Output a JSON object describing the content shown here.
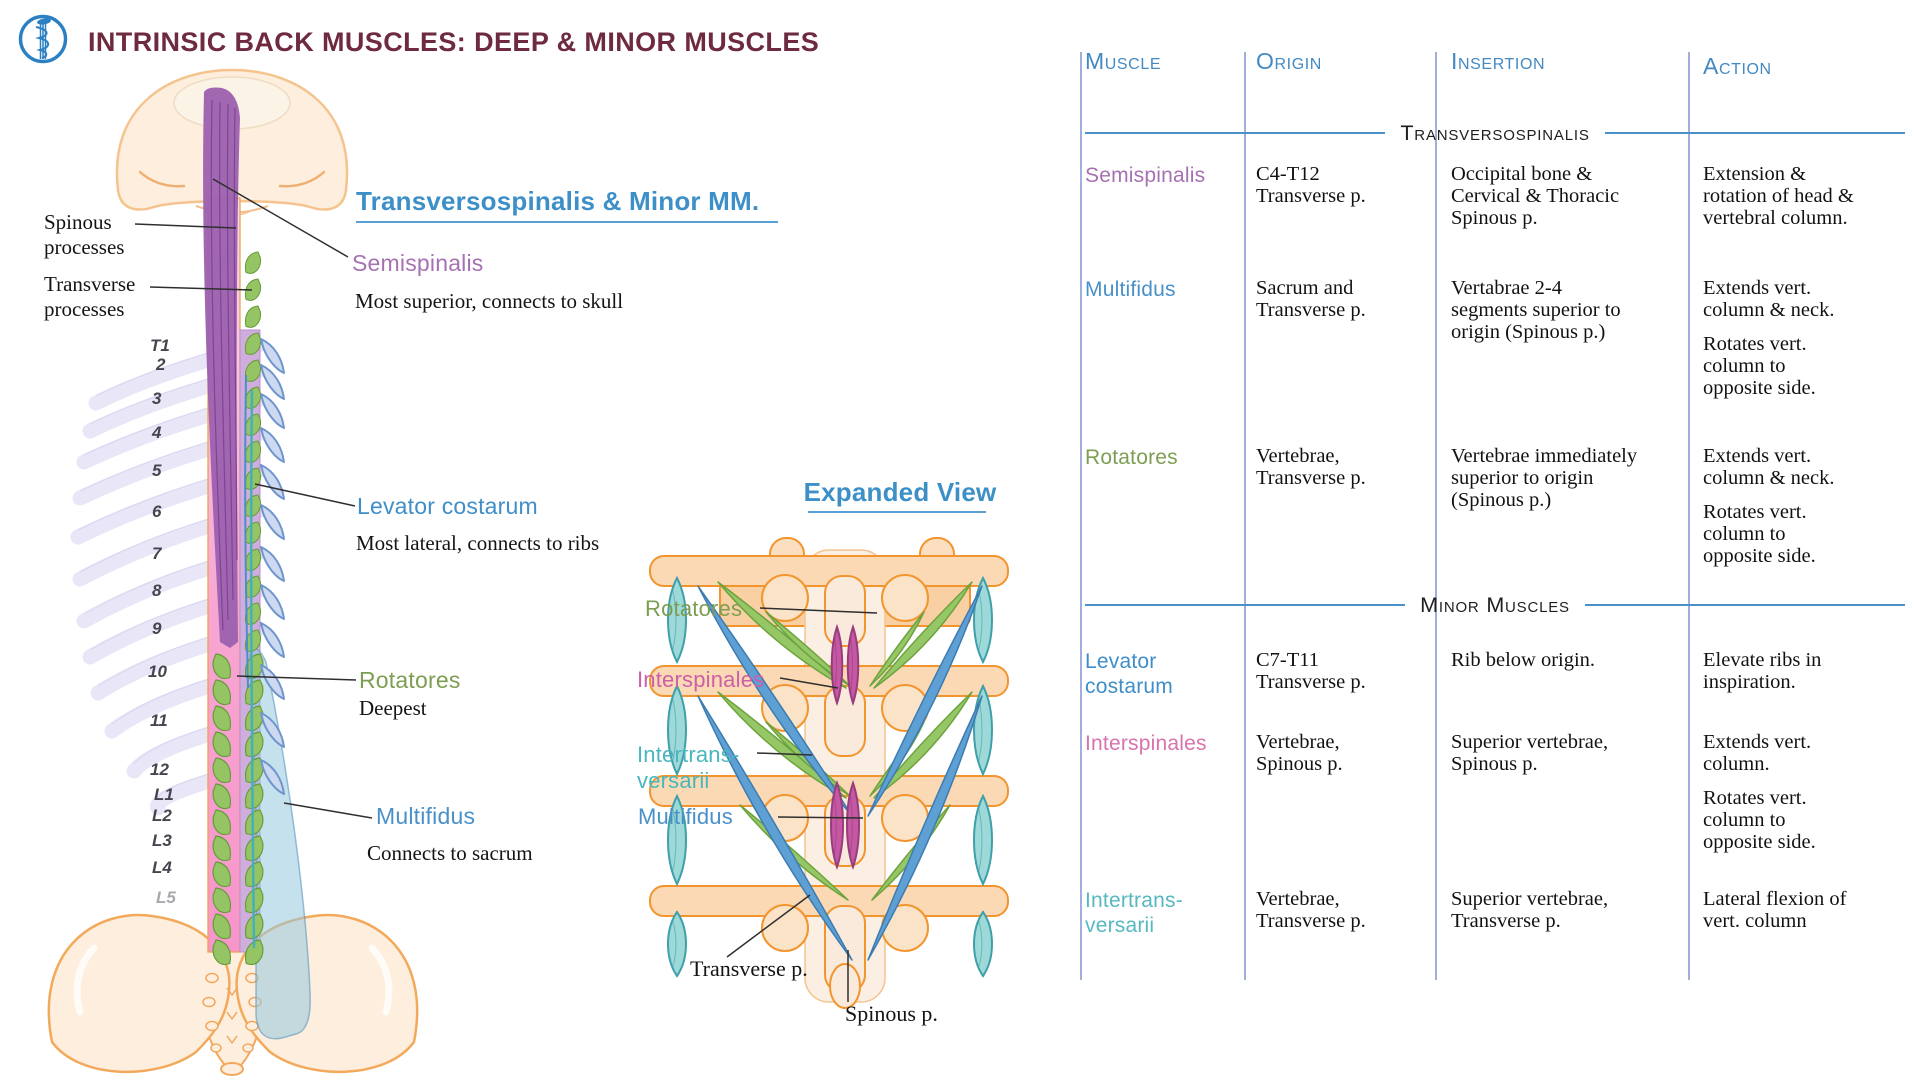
{
  "header": {
    "logo_icon": "asclepius-staff-icon",
    "title": "INTRINSIC BACK MUSCLES: DEEP & MINOR MUSCLES"
  },
  "colors": {
    "title_maroon": "#6e2a3e",
    "accent_blue": "#3d8fc8",
    "purple": "#a671b2",
    "green": "#7d9e52",
    "pink": "#d873ae",
    "teal": "#49b7bd",
    "table_divider": "#93a2d8",
    "section_line_blue": "#4a90c8"
  },
  "anatomy_panel": {
    "heading": "Transversospinalis & Minor MM.",
    "spinous_label": "Spinous\nprocesses",
    "transverse_label": "Transverse\nprocesses",
    "vertebrae": [
      "T1",
      "2",
      "3",
      "4",
      "5",
      "6",
      "7",
      "8",
      "9",
      "10",
      "11",
      "12",
      "L1",
      "L2",
      "L3",
      "L4",
      "L5"
    ],
    "annotations": [
      {
        "name": "Semispinalis",
        "note": "Most superior, connects to skull",
        "color": "#a671b2"
      },
      {
        "name": "Levator costarum",
        "note": "Most lateral, connects to ribs",
        "color": "#3f8ec9"
      },
      {
        "name": "Rotatores",
        "note": "Deepest",
        "color": "#7d9e52"
      },
      {
        "name": "Multifidus",
        "note": "Connects to sacrum",
        "color": "#4a90c8"
      }
    ]
  },
  "expanded_view": {
    "heading": "Expanded View",
    "labels": {
      "rotatores": "Rotatores",
      "interspinales": "Interspinales",
      "intertransversarii": "Intertrans-\nversarii",
      "multifidus": "Multifidus",
      "transverse_p": "Transverse p.",
      "spinous_p": "Spinous p."
    }
  },
  "table": {
    "columns": [
      "Muscle",
      "Origin",
      "Insertion",
      "Action"
    ],
    "sections": [
      {
        "title": "Transversospinalis",
        "rows": [
          {
            "muscle": [
              "Semispinalis"
            ],
            "color": "#a671b2",
            "origin": [
              "C4-T12",
              "Transverse p."
            ],
            "insertion": [
              "Occipital bone &",
              "Cervical & Thoracic",
              "Spinous p."
            ],
            "action": [
              [
                "Extension &",
                "rotation of head &",
                "vertebral column."
              ]
            ]
          },
          {
            "muscle": [
              "Multifidus"
            ],
            "color": "#4a90c8",
            "origin": [
              "Sacrum and",
              "Transverse p."
            ],
            "insertion": [
              "Vertabrae 2-4",
              "segments superior to",
              "origin (Spinous p.)"
            ],
            "action": [
              [
                "Extends vert.",
                "column & neck."
              ],
              [
                "Rotates vert.",
                "column to",
                "opposite side."
              ]
            ]
          },
          {
            "muscle": [
              "Rotatores"
            ],
            "color": "#7d9e52",
            "origin": [
              "Vertebrae,",
              "Transverse p."
            ],
            "insertion": [
              "Vertebrae immediately",
              "superior to origin",
              "(Spinous p.)"
            ],
            "action": [
              [
                "Extends vert.",
                "column & neck."
              ],
              [
                "Rotates vert.",
                "column to",
                "opposite side."
              ]
            ]
          }
        ]
      },
      {
        "title": "Minor Muscles",
        "rows": [
          {
            "muscle": [
              "Levator",
              "costarum"
            ],
            "color": "#3f8ec9",
            "origin": [
              "C7-T11",
              "Transverse p."
            ],
            "insertion": [
              "Rib below origin."
            ],
            "action": [
              [
                "Elevate ribs in",
                "inspiration."
              ]
            ]
          },
          {
            "muscle": [
              "Interspinales"
            ],
            "color": "#d873ae",
            "origin": [
              "Vertebrae,",
              "Spinous p."
            ],
            "insertion": [
              "Superior vertebrae,",
              "Spinous p."
            ],
            "action": [
              [
                "Extends vert.",
                "column."
              ],
              [
                "Rotates vert.",
                "column to",
                "opposite side."
              ]
            ]
          },
          {
            "muscle": [
              "Intertrans-",
              "versarii"
            ],
            "color": "#58b8c0",
            "origin": [
              "Vertebrae,",
              "Transverse p."
            ],
            "insertion": [
              "Superior vertebrae,",
              "Transverse p."
            ],
            "action": [
              [
                "Lateral flexion of",
                "vert. column"
              ]
            ]
          }
        ]
      }
    ]
  }
}
